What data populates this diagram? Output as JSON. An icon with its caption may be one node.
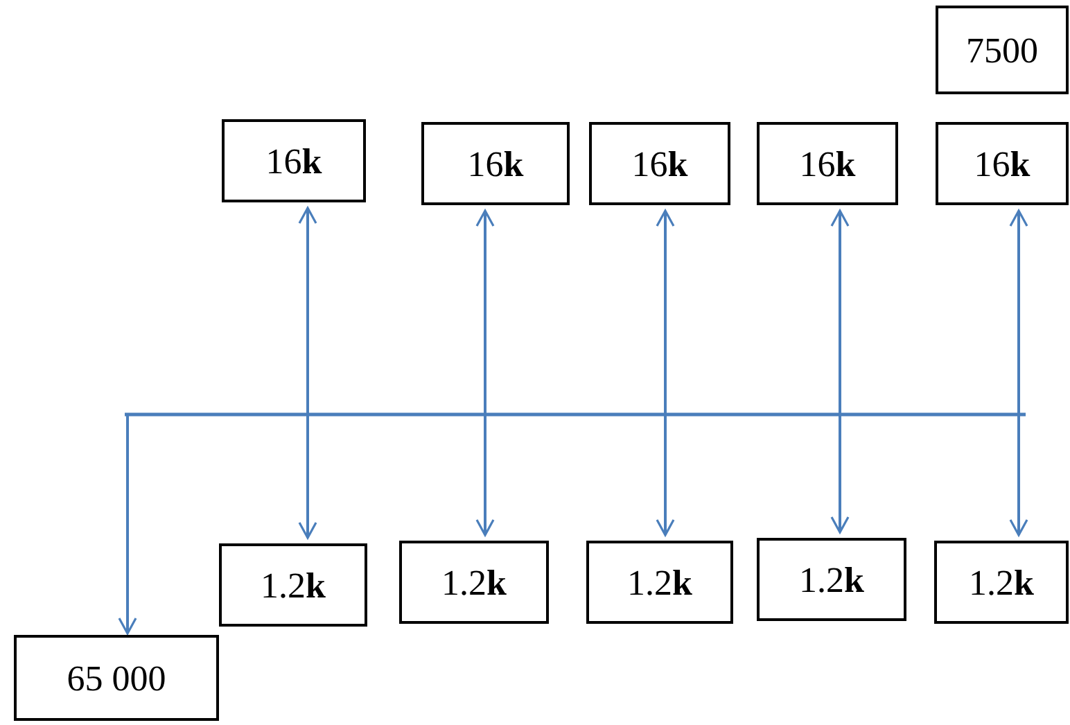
{
  "diagram": {
    "nodes": [
      {
        "text": [
          "7500"
        ]
      },
      {
        "text": [
          "16**k**"
        ]
      },
      {
        "text": [
          "16**k**"
        ]
      },
      {
        "text": [
          "16**k**"
        ]
      },
      {
        "text": [
          "16**k**"
        ]
      },
      {
        "text": [
          "16**k**"
        ]
      },
      {
        "text": [
          "1.2**k**"
        ]
      },
      {
        "text": [
          "1.2**k**"
        ]
      },
      {
        "text": [
          "1.2**k**"
        ]
      },
      {
        "text": [
          "1.2**k**"
        ]
      },
      {
        "text": [
          "1.2**k**"
        ]
      },
      {
        "text": [
          "65 000"
        ]
      }
    ],
    "edges": [
      {
        "from": 1,
        "to": 6,
        "arrow": "both"
      },
      {
        "from": 2,
        "to": 7,
        "arrow": "both"
      },
      {
        "from": 3,
        "to": 8,
        "arrow": "both"
      },
      {
        "from": 4,
        "to": 9,
        "arrow": "both"
      },
      {
        "from": 5,
        "to": 10,
        "arrow": "both"
      },
      {
        "from": null,
        "to": 11,
        "arrow": "to"
      }
    ]
  }
}
